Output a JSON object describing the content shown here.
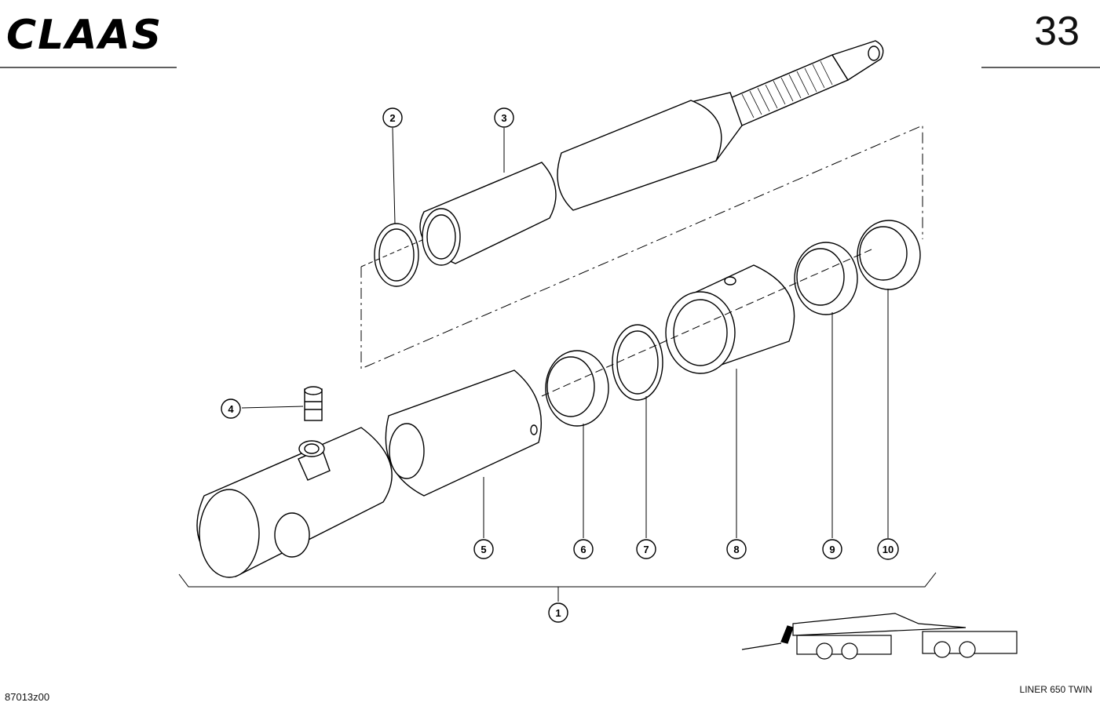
{
  "header": {
    "brand": "CLAAS",
    "page_number": "33"
  },
  "footer": {
    "drawing_number": "87013z00",
    "model": "LINER 650 TWIN"
  },
  "callouts": [
    {
      "id": "cyl-assembly",
      "label": "1"
    },
    {
      "id": "ring",
      "label": "2"
    },
    {
      "id": "piston-rod",
      "label": "3"
    },
    {
      "id": "fitting",
      "label": "4"
    },
    {
      "id": "cylinder-tube",
      "label": "5"
    },
    {
      "id": "bush",
      "label": "6"
    },
    {
      "id": "snap-ring",
      "label": "7"
    },
    {
      "id": "cylinder-head",
      "label": "8"
    },
    {
      "id": "seal",
      "label": "9"
    },
    {
      "id": "wiper",
      "label": "10"
    }
  ]
}
